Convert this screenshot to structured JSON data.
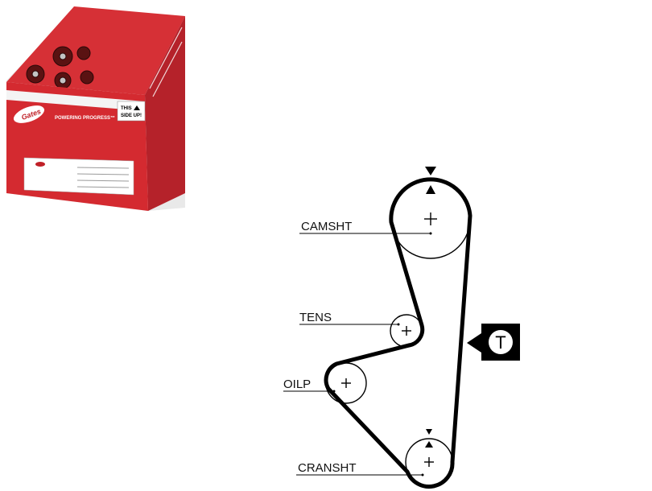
{
  "product_box": {
    "brand": "Gates",
    "slogan": "POWERING PROGRESS™",
    "orientation_line1": "THIS",
    "orientation_line2": "SIDE UP!"
  },
  "diagram": {
    "labels": {
      "camshaft": "CAMSHT",
      "tensioner": "TENS",
      "oil_pump": "OILP",
      "crankshaft": "CRANSHT"
    },
    "tension_marker": "T",
    "colors": {
      "box_red": "#d42a30",
      "box_dark_red": "#a71d22",
      "belt": "#000000"
    }
  }
}
